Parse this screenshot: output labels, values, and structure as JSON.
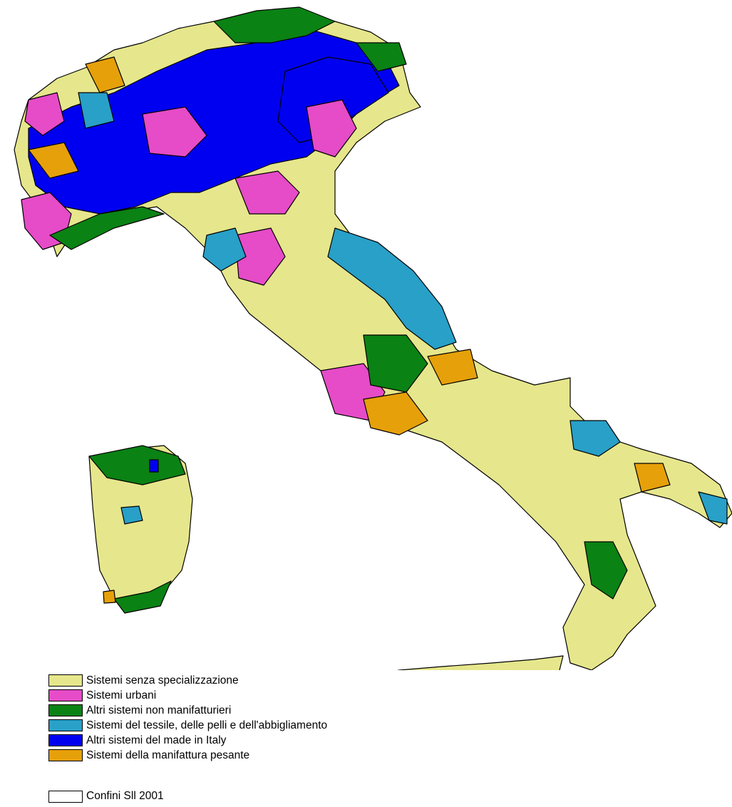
{
  "legend": {
    "items": [
      {
        "label": "Sistemi senza specializzazione",
        "color": "#e6e68c"
      },
      {
        "label": "Sistemi urbani",
        "color": "#e64bc8"
      },
      {
        "label": "Altri sistemi non manifatturieri",
        "color": "#0a8214"
      },
      {
        "label": "Sistemi del tessile, delle pelli e dell'abbigliamento",
        "color": "#28a0c8"
      },
      {
        "label": "Altri sistemi del made in Italy",
        "color": "#0000f0"
      },
      {
        "label": "Sistemi della manifattura pesante",
        "color": "#e6a00a"
      }
    ],
    "boundary": {
      "label": "Confini Sll 2001",
      "color": "#ffffff"
    }
  }
}
